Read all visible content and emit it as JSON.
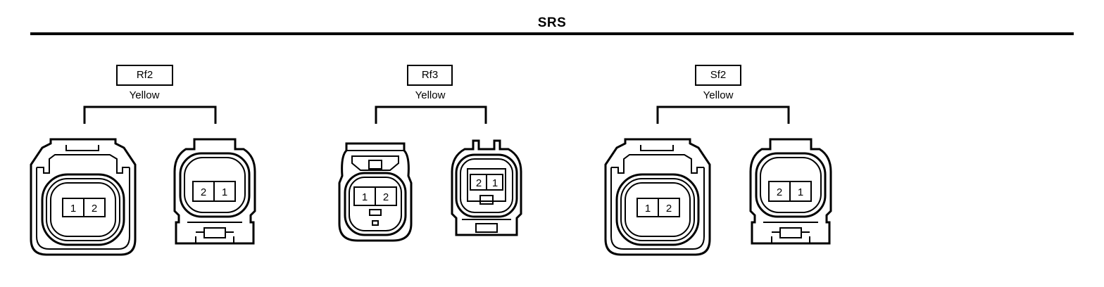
{
  "header": {
    "title": "SRS"
  },
  "connectors": [
    {
      "id": "Rf2",
      "color": "Yellow",
      "female_pins": [
        "1",
        "2"
      ],
      "male_pins": [
        "2",
        "1"
      ]
    },
    {
      "id": "Rf3",
      "color": "Yellow",
      "female_pins": [
        "1",
        "2"
      ],
      "male_pins": [
        "2",
        "1"
      ]
    },
    {
      "id": "Sf2",
      "color": "Yellow",
      "female_pins": [
        "1",
        "2"
      ],
      "male_pins": [
        "2",
        "1"
      ]
    }
  ]
}
